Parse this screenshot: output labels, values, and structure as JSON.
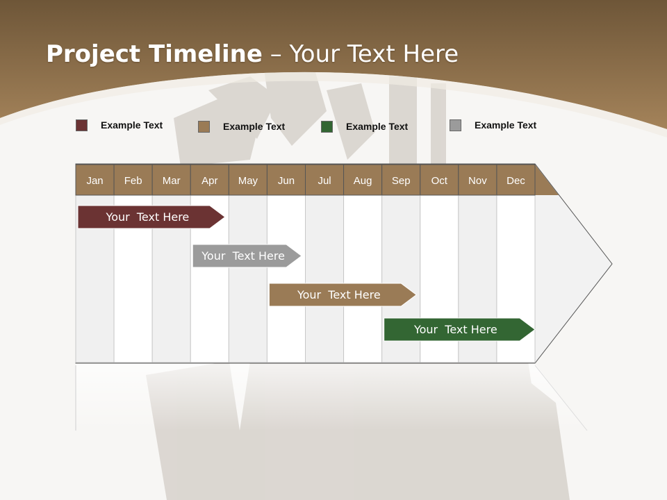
{
  "title": {
    "bold": "Project Timeline",
    "rest": " – Your Text Here"
  },
  "legend": [
    {
      "label": "Example Text",
      "color": "#6b3333"
    },
    {
      "label": "Example Text",
      "color": "#9a7b56"
    },
    {
      "label": "Example Text",
      "color": "#336633"
    },
    {
      "label": "Example Text",
      "color": "#9b9b9b"
    }
  ],
  "colors": {
    "header": "#9a7b56",
    "banner": "#8a6a45"
  },
  "chart_data": {
    "type": "gantt",
    "months": [
      "Jan",
      "Feb",
      "Mar",
      "Apr",
      "May",
      "Jun",
      "Jul",
      "Aug",
      "Sep",
      "Oct",
      "Nov",
      "Dec"
    ],
    "bars": [
      {
        "label": "Your  Text Here",
        "start": 0,
        "end": 3.9,
        "color": "#6b3333"
      },
      {
        "label": "Your  Text Here",
        "start": 3,
        "end": 5.9,
        "color": "#9b9b9b"
      },
      {
        "label": "Your  Text Here",
        "start": 5,
        "end": 8.9,
        "color": "#9a7b56"
      },
      {
        "label": "Your  Text Here",
        "start": 8,
        "end": 12,
        "color": "#336633"
      }
    ]
  }
}
